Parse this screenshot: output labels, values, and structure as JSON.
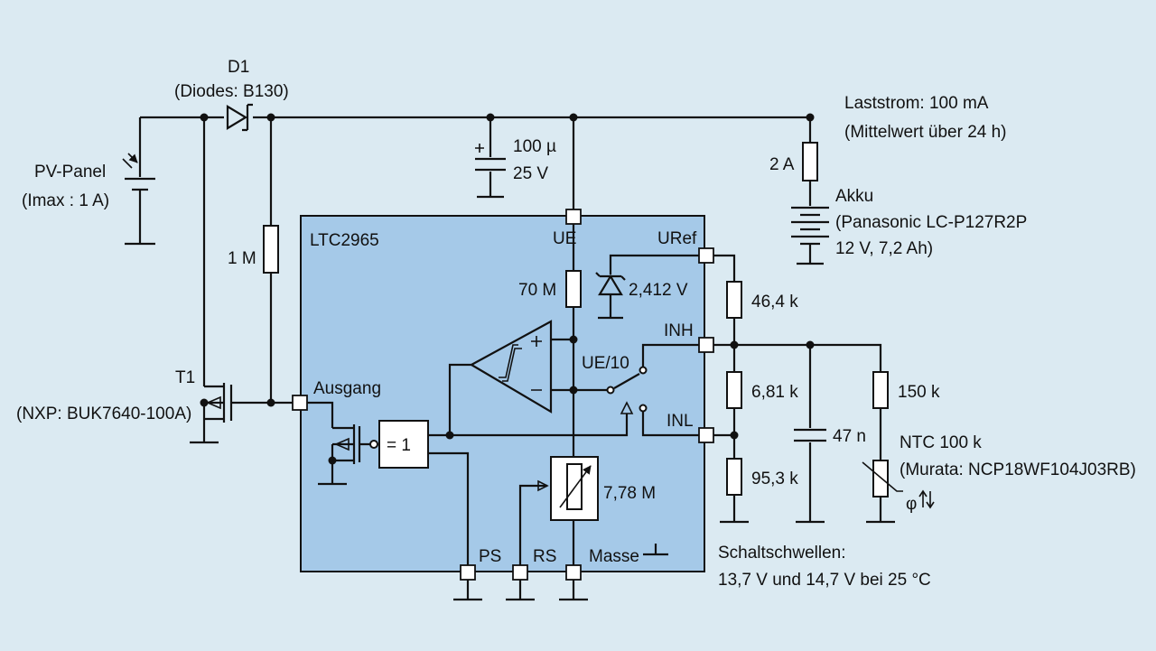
{
  "colors": {
    "background": "#dbeaf2",
    "ic_fill": "#a5c9e8",
    "line": "#111111"
  },
  "labels": {
    "d1_name": "D1",
    "d1_part": "(Diodes: B130)",
    "pv_panel": "PV-Panel",
    "pv_imax": "(Imax : 1 A)",
    "load": "Laststrom: 100 mA",
    "load_avg": "(Mittelwert über 24 h)",
    "cap_value": "100 µ",
    "cap_volt": "25 V",
    "fuse": "2 A",
    "akku": "Akku",
    "akku_part": "(Panasonic LC-P127R2P",
    "akku_spec": "12 V, 7,2 Ah)",
    "r_1m": "1 M",
    "ic_name": "LTC2965",
    "ue": "UE",
    "uref": "URef",
    "r_70m": "70 M",
    "zener": "2,412 V",
    "r_464k": "46,4 k",
    "inh": "INH",
    "ue10": "UE/10",
    "t1": "T1",
    "t1_part": "(NXP: BUK7640-100A)",
    "ausgang": "Ausgang",
    "eq1": "= 1",
    "r_681k": "6,81 k",
    "r_150k": "150 k",
    "inl": "INL",
    "c_47n": "47 n",
    "ntc": "NTC 100 k",
    "ntc_part": "(Murata: NCP18WF104J03RB)",
    "r_778m": "7,78 M",
    "r_953k": "95,3 k",
    "phi": "φ",
    "ps": "PS",
    "rs": "RS",
    "masse": "Masse",
    "schalt": "Schaltschwellen:",
    "schalt_values": "13,7 V und 14,7 V bei 25 °C"
  }
}
